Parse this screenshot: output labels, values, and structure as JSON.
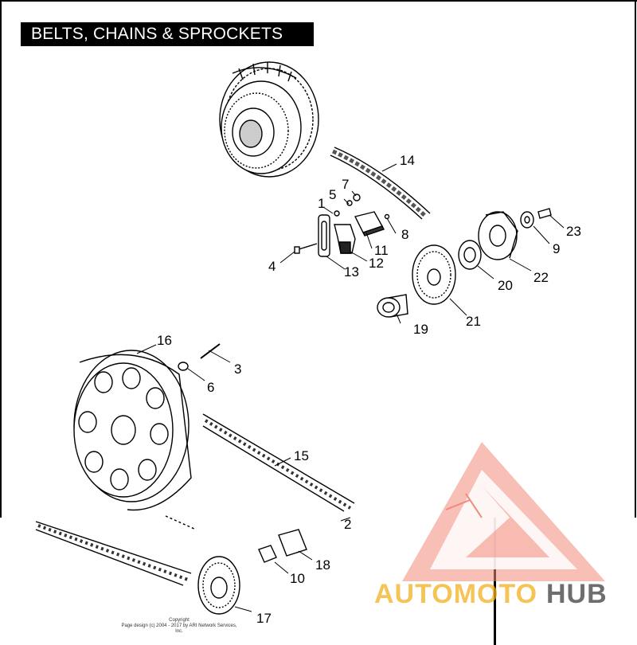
{
  "header": {
    "title": "BELTS, CHAINS & SPROCKETS"
  },
  "callouts": [
    {
      "id": "c1",
      "text": "1"
    },
    {
      "id": "c2",
      "text": "2"
    },
    {
      "id": "c3",
      "text": "3"
    },
    {
      "id": "c4",
      "text": "4"
    },
    {
      "id": "c5",
      "text": "5"
    },
    {
      "id": "c6",
      "text": "6"
    },
    {
      "id": "c7",
      "text": "7"
    },
    {
      "id": "c8",
      "text": "8"
    },
    {
      "id": "c9",
      "text": "9"
    },
    {
      "id": "c10",
      "text": "10"
    },
    {
      "id": "c11",
      "text": "11"
    },
    {
      "id": "c12",
      "text": "12"
    },
    {
      "id": "c13",
      "text": "13"
    },
    {
      "id": "c14",
      "text": "14"
    },
    {
      "id": "c15",
      "text": "15"
    },
    {
      "id": "c16",
      "text": "16"
    },
    {
      "id": "c17",
      "text": "17"
    },
    {
      "id": "c18",
      "text": "18"
    },
    {
      "id": "c19",
      "text": "19"
    },
    {
      "id": "c20",
      "text": "20"
    },
    {
      "id": "c21",
      "text": "21"
    },
    {
      "id": "c22",
      "text": "22"
    },
    {
      "id": "c23",
      "text": "23"
    }
  ],
  "footer": {
    "copyright_line1": "Copyright",
    "copyright_line2": "Page design (c) 2004 - 2017 by ARI Network Services, Inc."
  },
  "watermark": {
    "part1": "AUTOMOTO",
    "part2": "HUB",
    "colors": {
      "primary": "#f08a7a",
      "accent": "#f2b01e",
      "dark": "#555555"
    }
  }
}
